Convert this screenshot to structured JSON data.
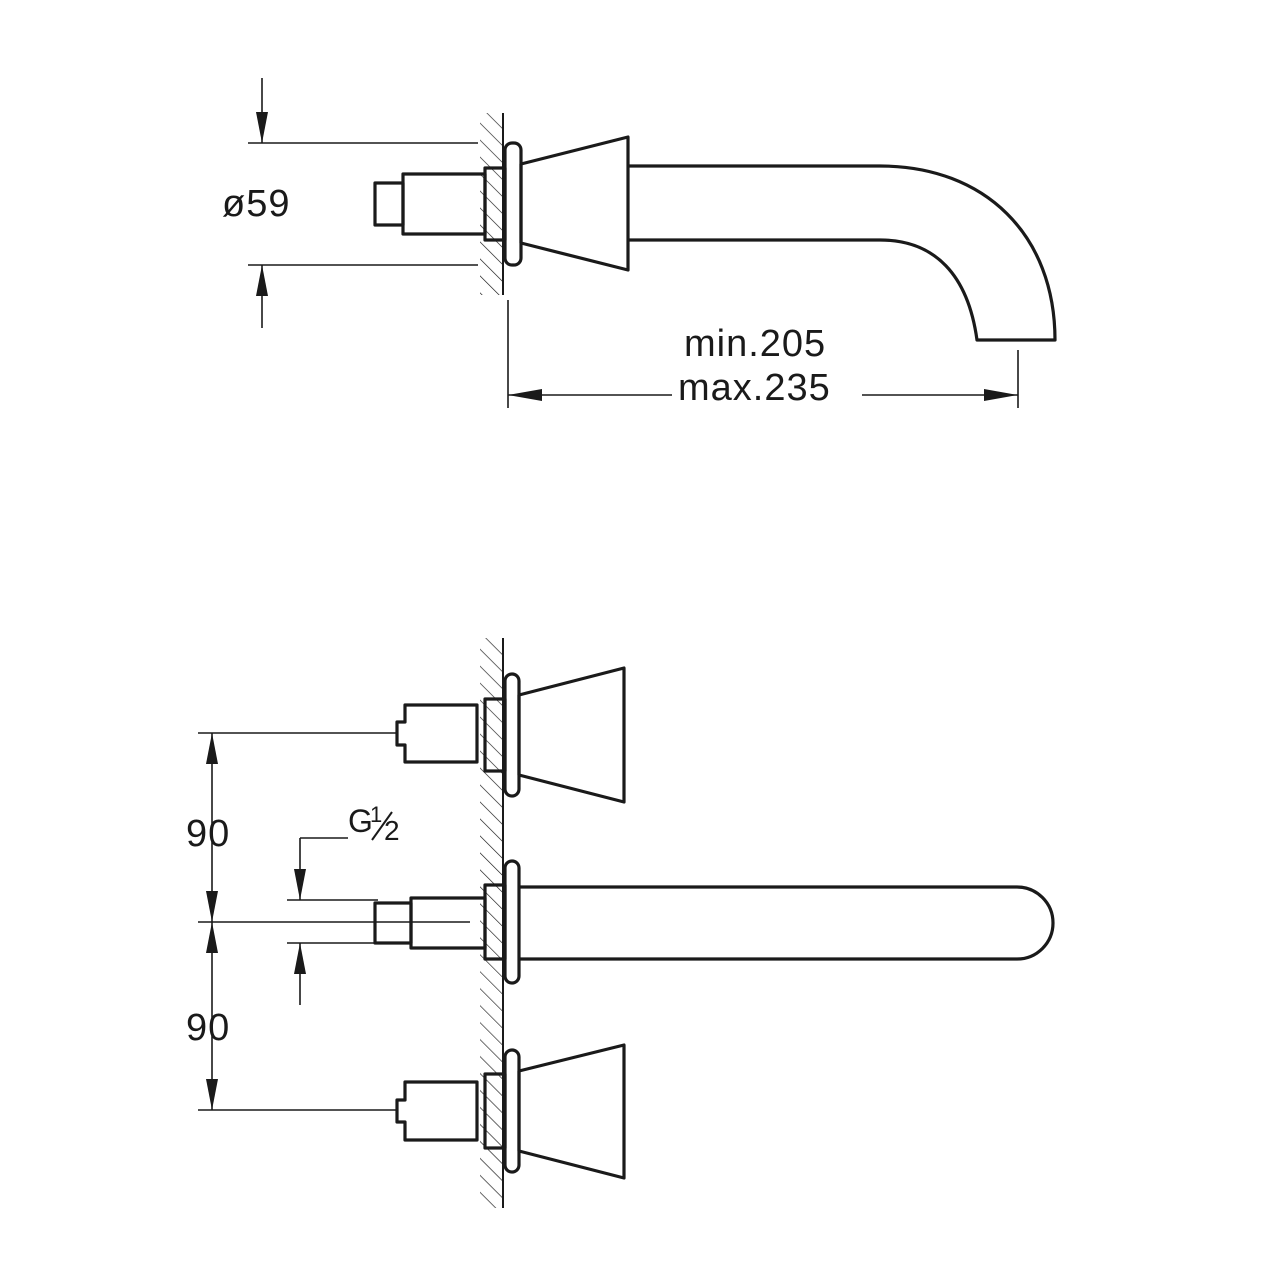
{
  "side_view": {
    "diameter_label": "ø59",
    "length_min_label": "min.205",
    "length_max_label": "max.235"
  },
  "front_view": {
    "spacing_upper_label": "90",
    "spacing_lower_label": "90",
    "thread_prefix": "G",
    "thread_numerator": "1",
    "thread_denominator": "2"
  }
}
